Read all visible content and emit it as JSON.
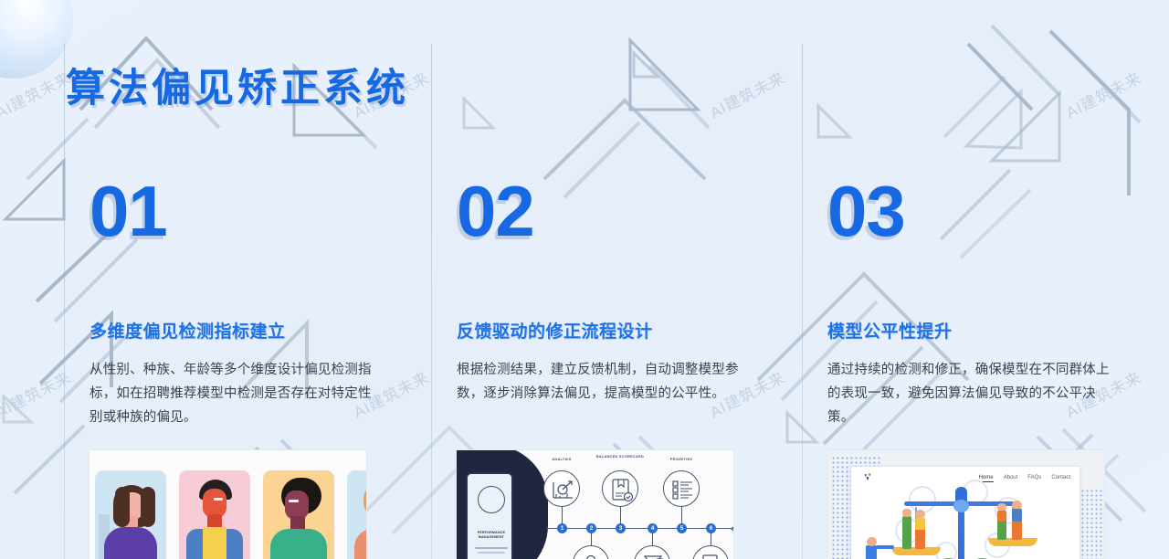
{
  "slide": {
    "title": "算法偏见矫正系统",
    "watermark": "AI建筑未来",
    "accent_blue": "#1668e3",
    "heading_blue": "#1d72e8",
    "body_text_color": "#3a4250",
    "background_color": "#e8f0fb",
    "decoration_color": "#9fafc2"
  },
  "columns": [
    {
      "number": "01",
      "heading": "多维度偏见检测指标建立",
      "body": "从性别、种族、年龄等多个维度设计偏见检测指标，如在招聘推荐模型中检测是否存在对特定性别或种族的偏见。",
      "image_alt": "多元人物头像插图"
    },
    {
      "number": "02",
      "heading": "反馈驱动的修正流程设计",
      "body": "根据检测结果，建立反馈机制，自动调整模型参数，逐步消除算法偏见，提高模型的公平性。",
      "image_alt": "绩效管理流程信息图"
    },
    {
      "number": "03",
      "heading": "模型公平性提升",
      "body": "通过持续的检测和修正，确保模型在不同群体上的表现一致，避免因算法偏见导致的不公平决策。",
      "image_alt": "公平天平网页示意图"
    }
  ],
  "card_two_infographic": {
    "phone_title": "PERFORMANCE MANAGEMENT",
    "top_labels": [
      "ANALYSIS",
      "BALANCED SCORECARD",
      "PRIORITIES"
    ],
    "step_numbers": [
      "1",
      "2",
      "3",
      "4",
      "5",
      "6"
    ]
  },
  "card_three_mock": {
    "nav": [
      "Home",
      "About",
      "FAQs",
      "Contact"
    ]
  }
}
